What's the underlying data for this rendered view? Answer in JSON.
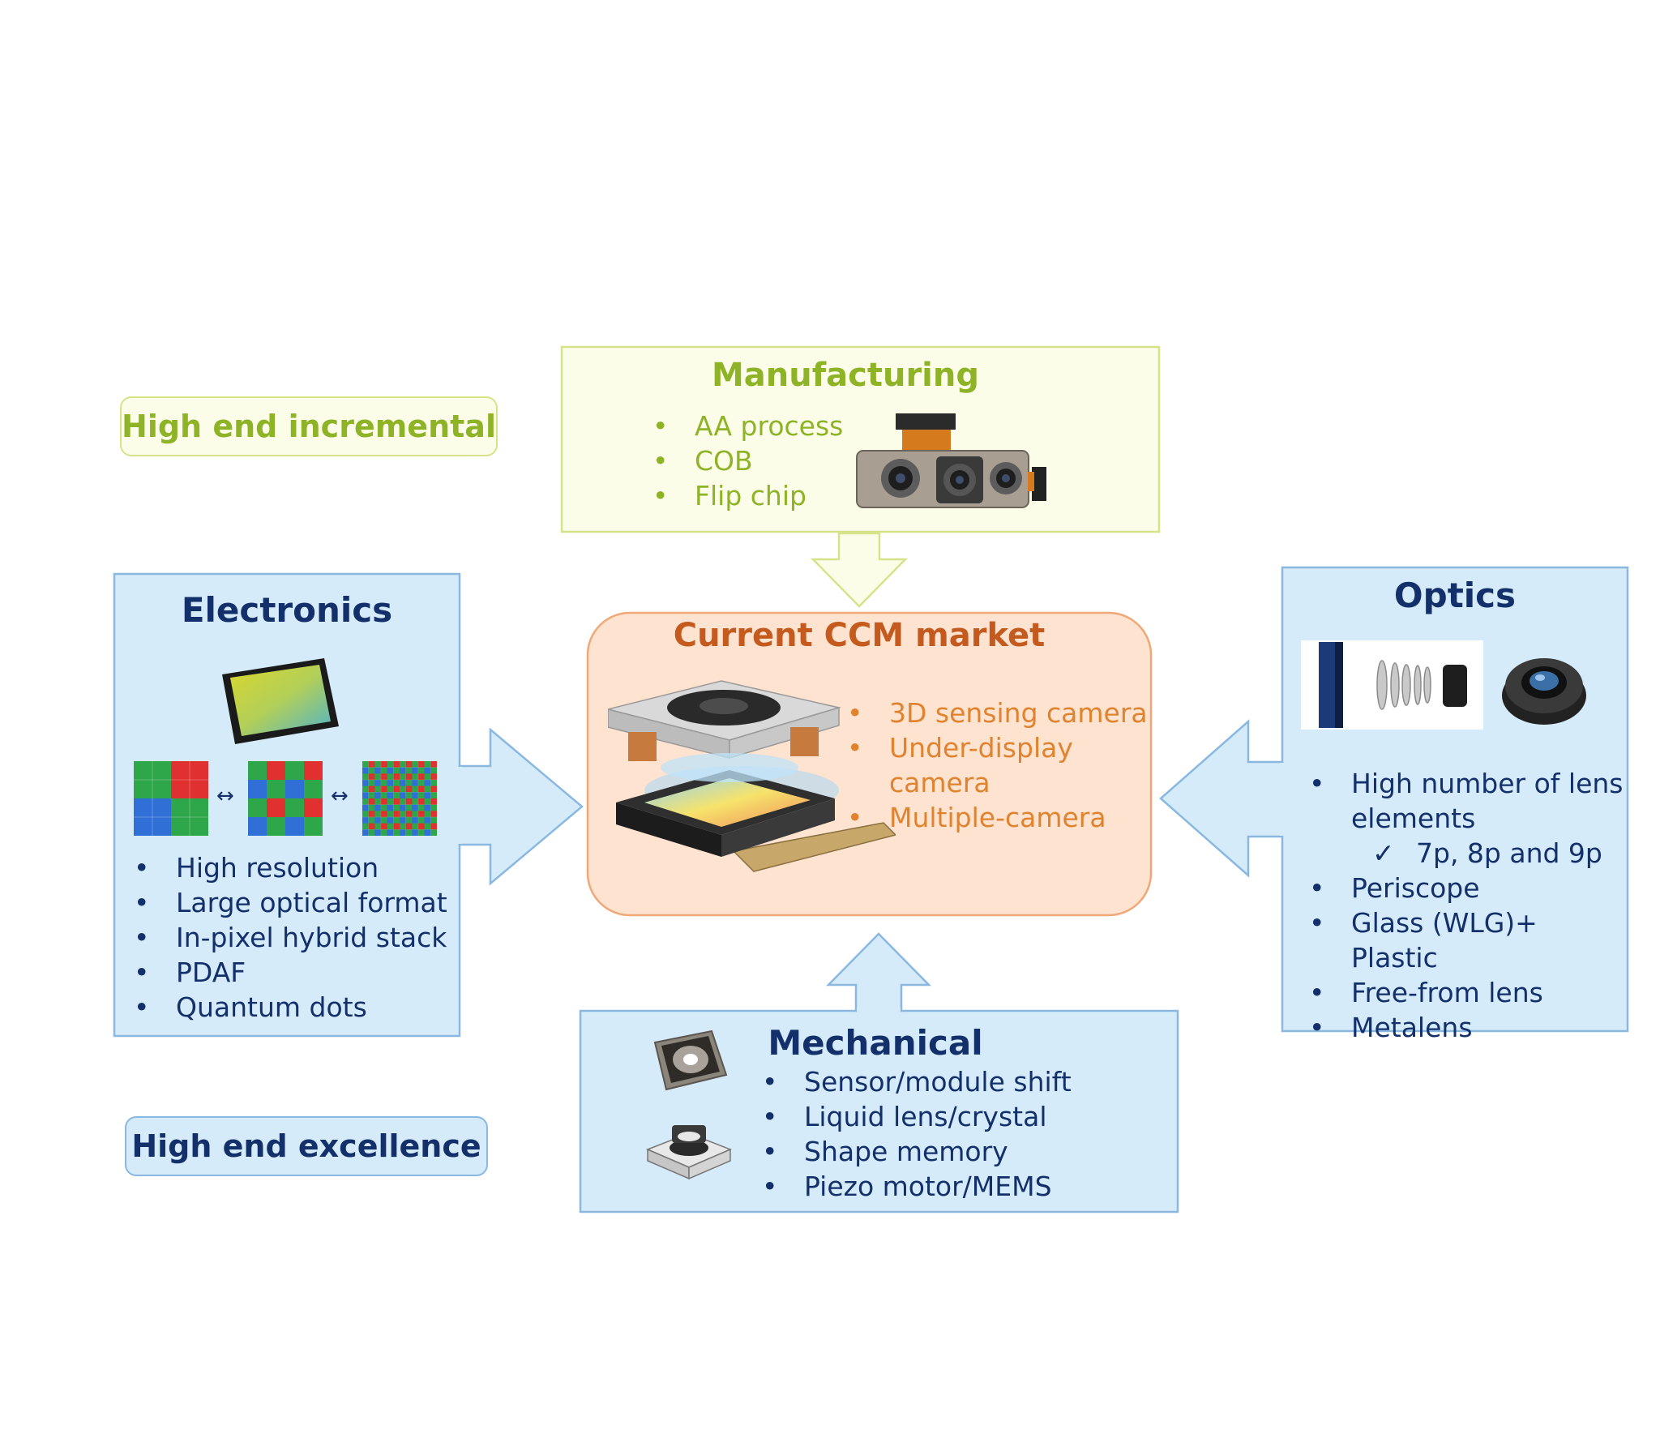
{
  "legend": {
    "incremental": "High end incremental",
    "excellence": "High end excellence"
  },
  "manufacturing": {
    "title": "Manufacturing",
    "items": [
      "AA process",
      "COB",
      "Flip chip"
    ]
  },
  "center": {
    "title": "Current CCM market",
    "items": [
      "3D sensing camera",
      "Under-display camera",
      "Multiple-camera"
    ]
  },
  "electronics": {
    "title": "Electronics",
    "items": [
      "High resolution",
      "Large optical format",
      "In-pixel hybrid stack",
      "PDAF",
      "Quantum dots"
    ],
    "separator": "↔"
  },
  "optics": {
    "title": "Optics",
    "item1_line1": "High number of lens",
    "item1_line2": "elements",
    "sub_item": "7p, 8p and 9p",
    "items_rest": [
      "Periscope",
      "Glass (WLG)+ Plastic",
      "Free-from lens",
      "Metalens"
    ]
  },
  "mechanical": {
    "title": "Mechanical",
    "items": [
      "Sensor/module shift",
      "Liquid lens/crystal",
      "Shape memory",
      "Piezo motor/MEMS"
    ]
  },
  "colors": {
    "green": "#8fb327",
    "navy": "#13306b",
    "orange": "#e0832f",
    "blue_fill": "#d6ebf9",
    "blue_border": "#8ab8e0",
    "green_fill": "#fbfde8",
    "orange_fill": "#fde3d0"
  },
  "icons": [
    "camera-module-icon",
    "image-sensor-icon",
    "bayer-pattern-icon",
    "lens-stack-icon",
    "lens-unit-icon",
    "actuator-icon",
    "vcm-icon",
    "ccm-exploded-icon",
    "check-icon"
  ]
}
